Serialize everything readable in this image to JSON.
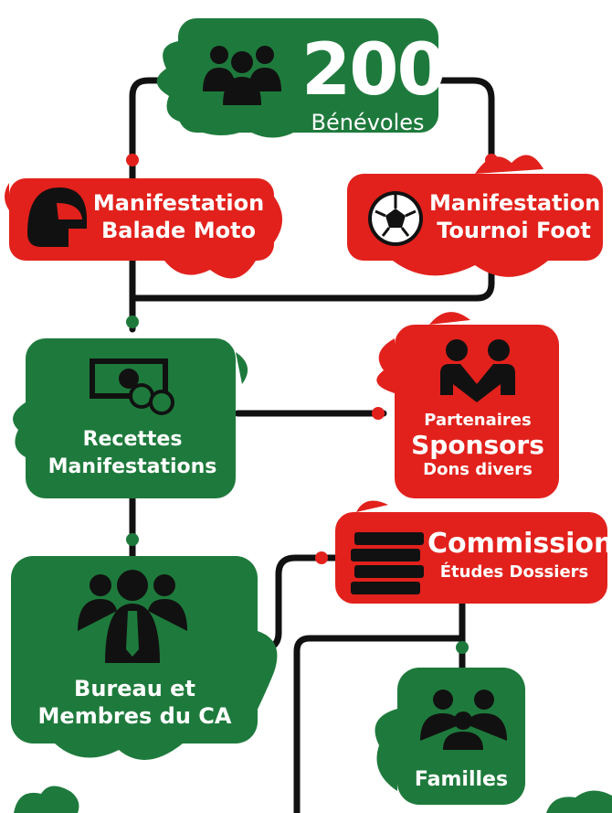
{
  "colors": {
    "green": "#1e7a3c",
    "red": "#e2211c",
    "line": "#111111"
  },
  "benevoles": {
    "count": "200",
    "label": "Bénévoles",
    "icon": "group-icon"
  },
  "moto": {
    "line1": "Manifestation",
    "line2": "Balade Moto",
    "icon": "motorcycle-helmet-icon"
  },
  "foot": {
    "line1": "Manifestation",
    "line2": "Tournoi Foot",
    "icon": "soccer-ball-icon"
  },
  "recettes": {
    "line1": "Recettes",
    "line2": "Manifestations",
    "icon": "money-icon"
  },
  "partenaires": {
    "line1": "Partenaires",
    "line2": "Sponsors",
    "line3": "Dons divers",
    "icon": "handshake-people-icon"
  },
  "commission": {
    "line1": "Commission",
    "line2": "Études Dossiers",
    "icon": "books-icon"
  },
  "bureau": {
    "line1": "Bureau et",
    "line2": "Membres du CA",
    "icon": "board-members-icon"
  },
  "familles": {
    "label": "Familles",
    "icon": "family-icon"
  }
}
